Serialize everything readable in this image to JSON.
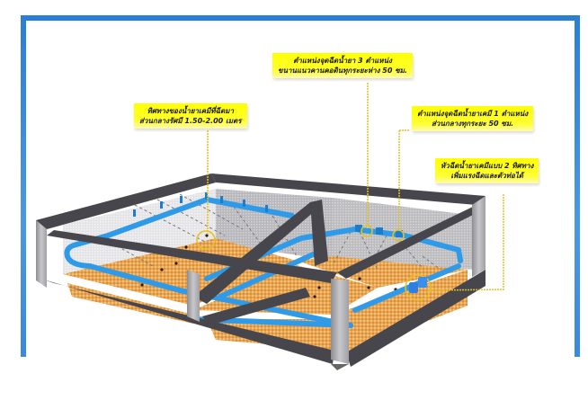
{
  "diagram": {
    "type": "cutaway illustration",
    "subject": "Under-floor chemical (termite) injection pipe system inside ground beam grid",
    "colors": {
      "frame": "#2a7fd4",
      "label_bg": "#ffff00",
      "pipe": "#2f9be8",
      "beam": "#4a4a50",
      "soil": "#e8a652",
      "callout_line": "#e6c020"
    },
    "labels": [
      {
        "id": "nozzle-three-positions",
        "line1": "ตำแหน่งจุดฉีดน้ำยา 3 ตำแหน่ง",
        "line2": "ขนานแนวคานคอดินทุกระยะห่าง 50 ซม."
      },
      {
        "id": "spray-direction",
        "line1": "ทิศทางของน้ำยาเคมีที่ฉีดมา",
        "line2": "ส่วนกลางรัศมี 1.50-2.00 เมตร"
      },
      {
        "id": "nozzle-one-position",
        "line1": "ตำแหน่งจุดฉีดน้ำยาเคมี 1 ตำแหน่ง",
        "line2": "ส่วนกลางทุกระยะ 50 ซม."
      },
      {
        "id": "two-way-nozzle",
        "line1": "หัวฉีดน้ำยาเคมีแบบ 2 ทิศทาง",
        "line2": "เพิ่มแรงฉีดและตัวท่อได้"
      }
    ]
  }
}
